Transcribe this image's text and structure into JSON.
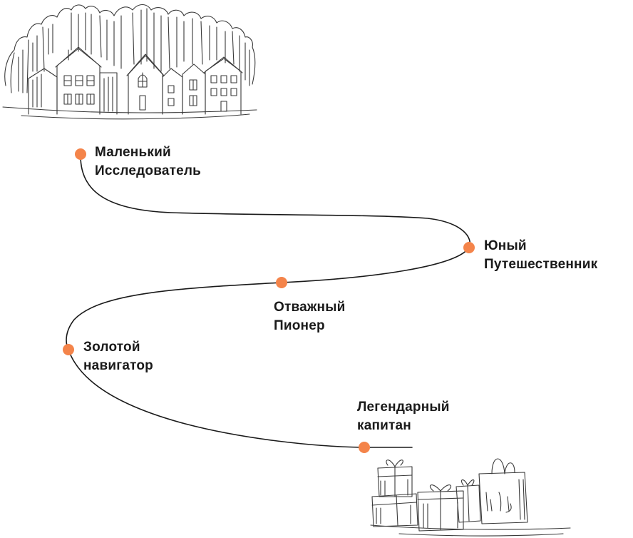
{
  "colors": {
    "dot": "#f4844a",
    "path": "#1a1a1a",
    "sketch": "#3a3a3a",
    "text": "#1a1a1a"
  },
  "illustrations": {
    "top": "town-houses-trees-sketch",
    "bottom": "gift-boxes-and-shopping-bag-sketch"
  },
  "milestones": [
    {
      "line1": "Маленький",
      "line2": "Исследователь"
    },
    {
      "line1": "Юный",
      "line2": "Путешественник"
    },
    {
      "line1": "Отважный",
      "line2": "Пионер"
    },
    {
      "line1": "Золотой",
      "line2": "навигатор"
    },
    {
      "line1": "Легендарный",
      "line2": "капитан"
    }
  ]
}
